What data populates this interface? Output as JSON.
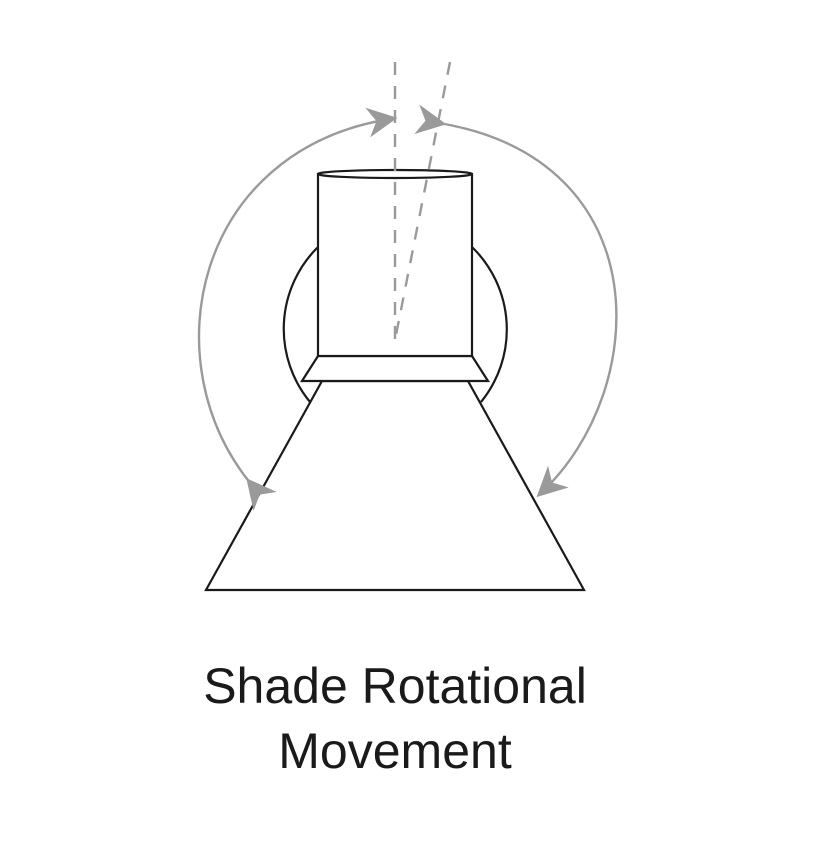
{
  "caption": {
    "line1": "Shade Rotational",
    "line2": "Movement"
  },
  "colors": {
    "outline": "#1a1a1a",
    "arrow": "#9a9a9a",
    "dashed_axis": "#9a9a9a",
    "background": "#ffffff"
  },
  "icons": [
    "lamp-shade-diagram",
    "rotation-arrow-left",
    "rotation-arrow-right",
    "axis-dashed-line"
  ]
}
